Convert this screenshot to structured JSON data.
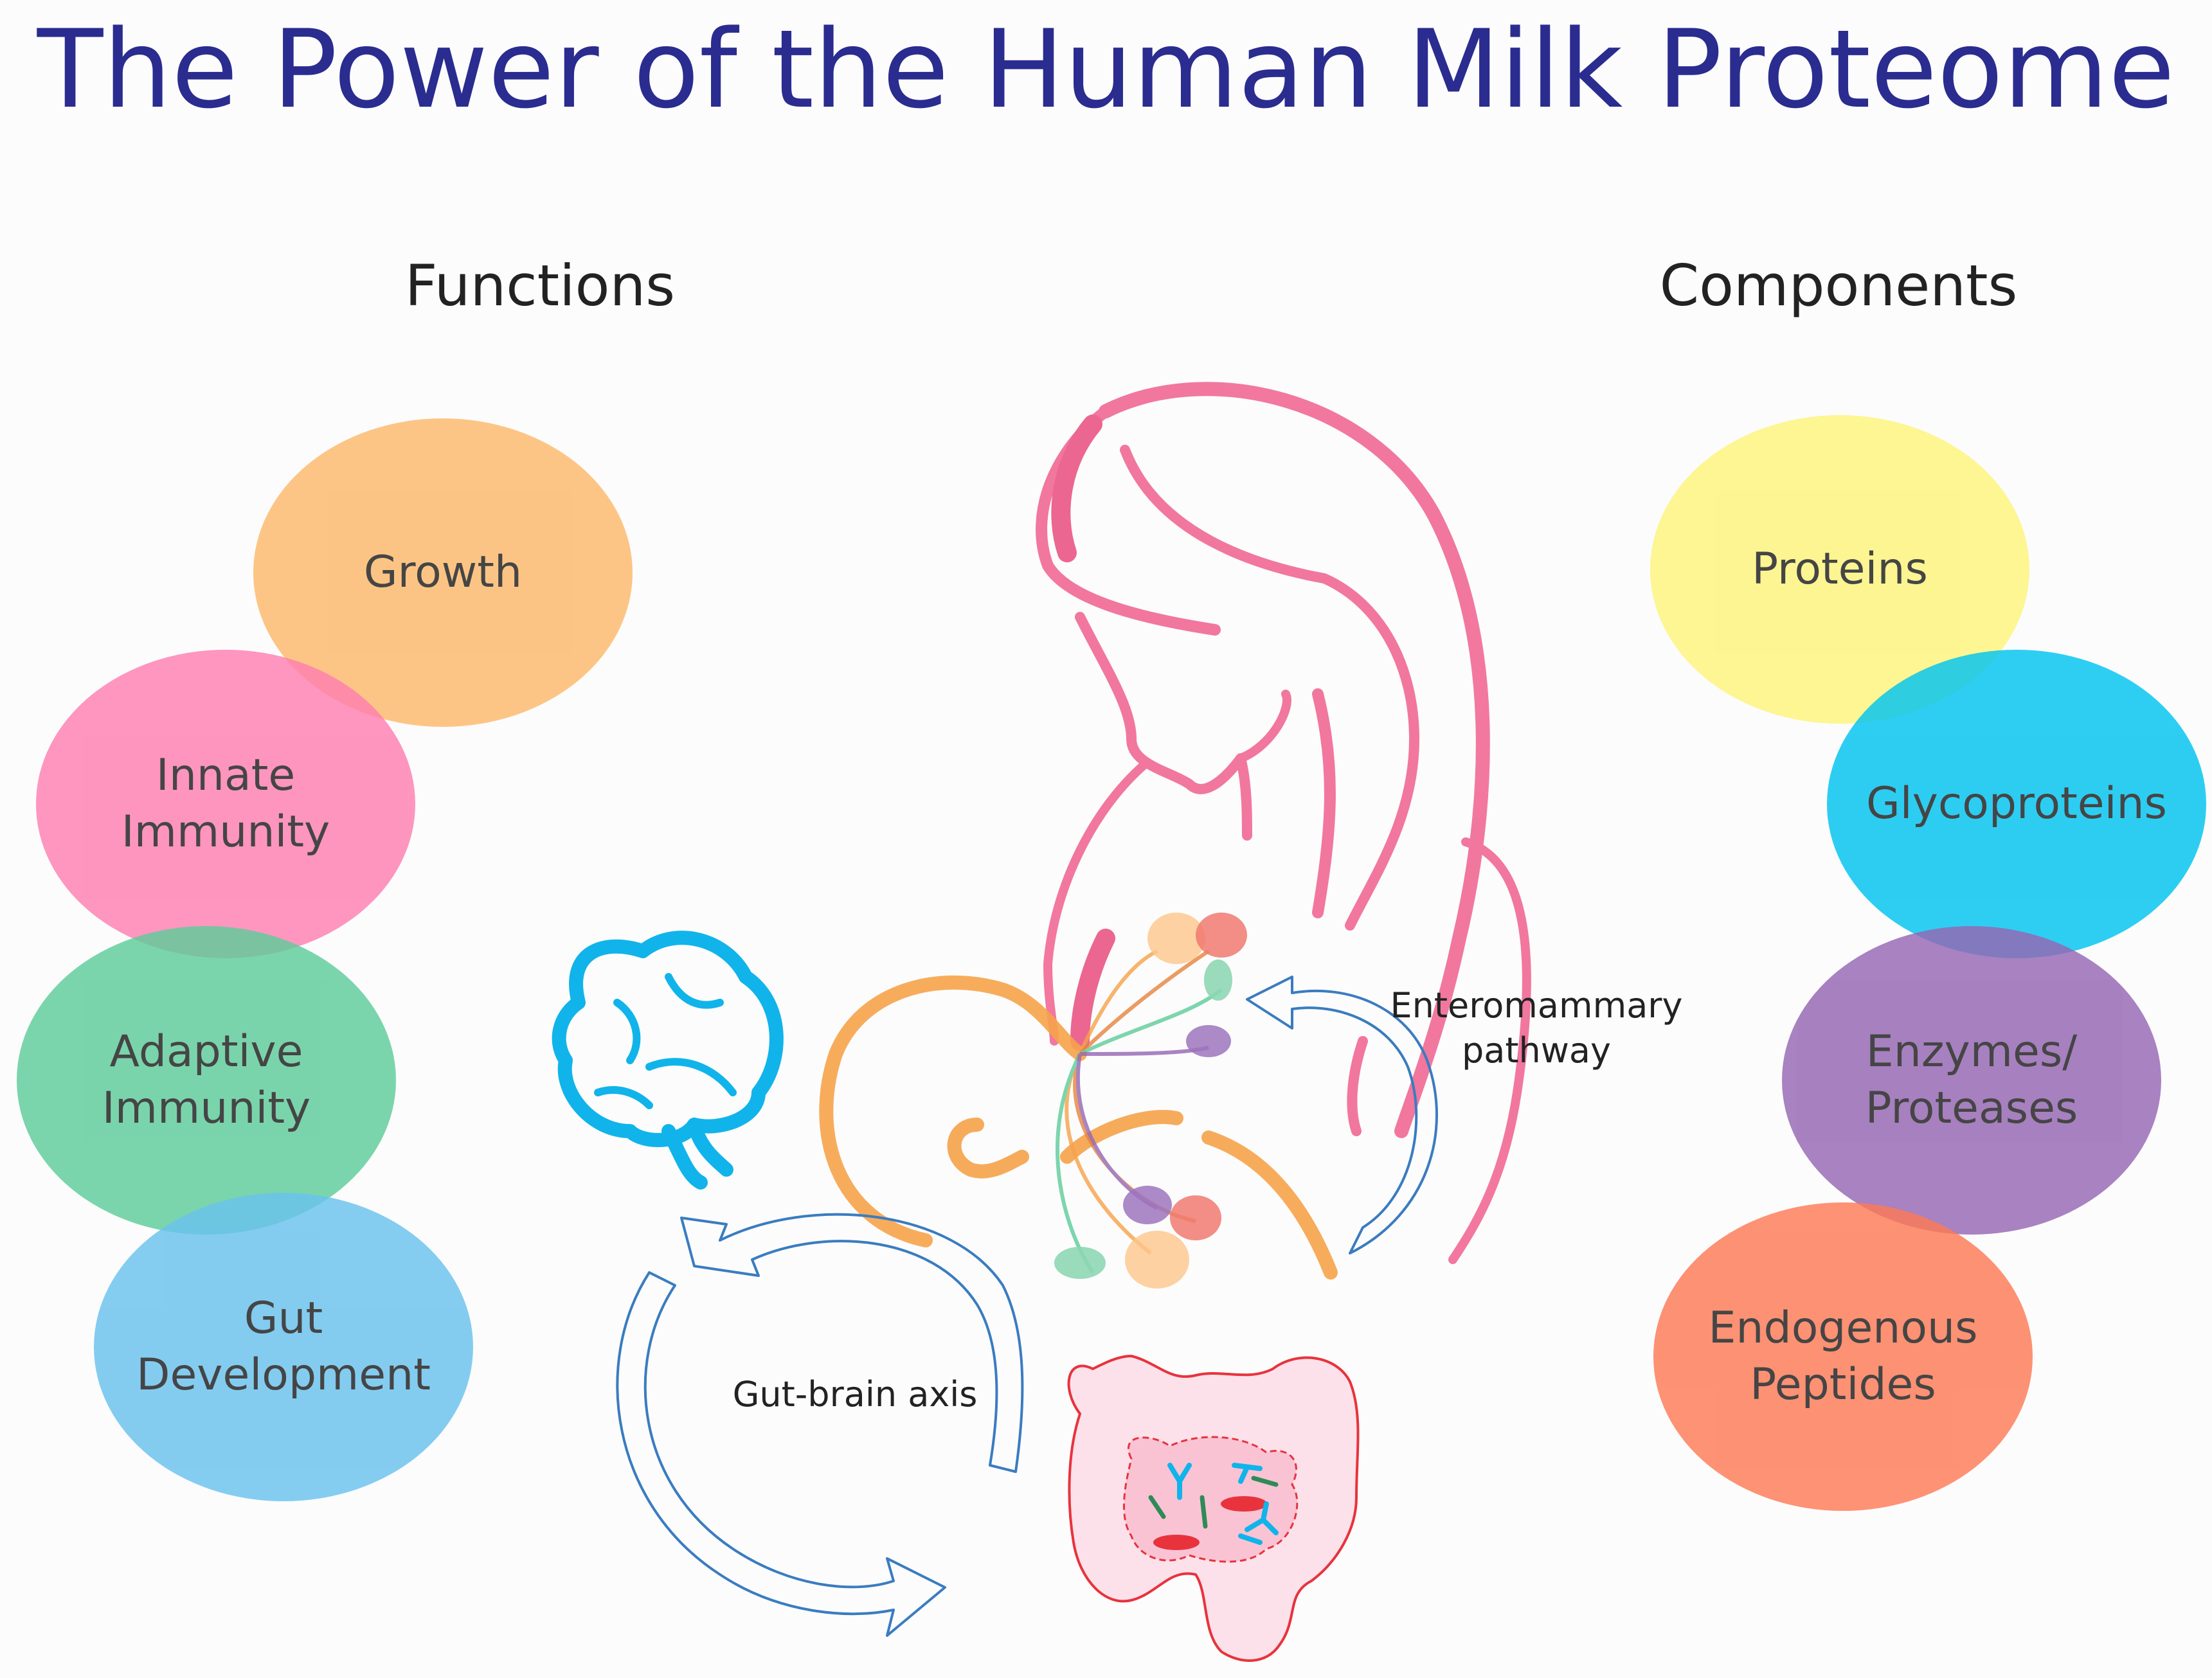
{
  "title": "The Power of the Human Milk Proteome",
  "headings": {
    "functions": "Functions",
    "components": "Components"
  },
  "functions": [
    {
      "label": "Growth",
      "color": "#fdb86a"
    },
    {
      "label": "Innate\nImmunity",
      "color": "#fe7fb1"
    },
    {
      "label": "Adaptive\nImmunity",
      "color": "#5ecc9a"
    },
    {
      "label": "Gut\nDevelopment",
      "color": "#69c2ee"
    }
  ],
  "components": [
    {
      "label": "Proteins",
      "color": "#fdf47a"
    },
    {
      "label": "Glycoproteins",
      "color": "#00c3f0"
    },
    {
      "label": "Enzymes/\nProteases",
      "color": "#9566b3"
    },
    {
      "label": "Endogenous\nPeptides",
      "color": "#fe7a55"
    }
  ],
  "annotations": {
    "enteromammary": "Enteromammary\npathway",
    "gut_brain": "Gut-brain axis"
  },
  "colors": {
    "title": "#2a2c8f",
    "mother_outline": "#f0608f",
    "baby_outline": "#f6a34a",
    "brain": "#10b4ea",
    "arrows": "#3a7cc0",
    "intestine": "#e8333d"
  },
  "icons": [
    "mother-silhouette",
    "baby-silhouette",
    "brain-icon",
    "intestine-icon",
    "cycle-arrows",
    "curved-arrow"
  ]
}
